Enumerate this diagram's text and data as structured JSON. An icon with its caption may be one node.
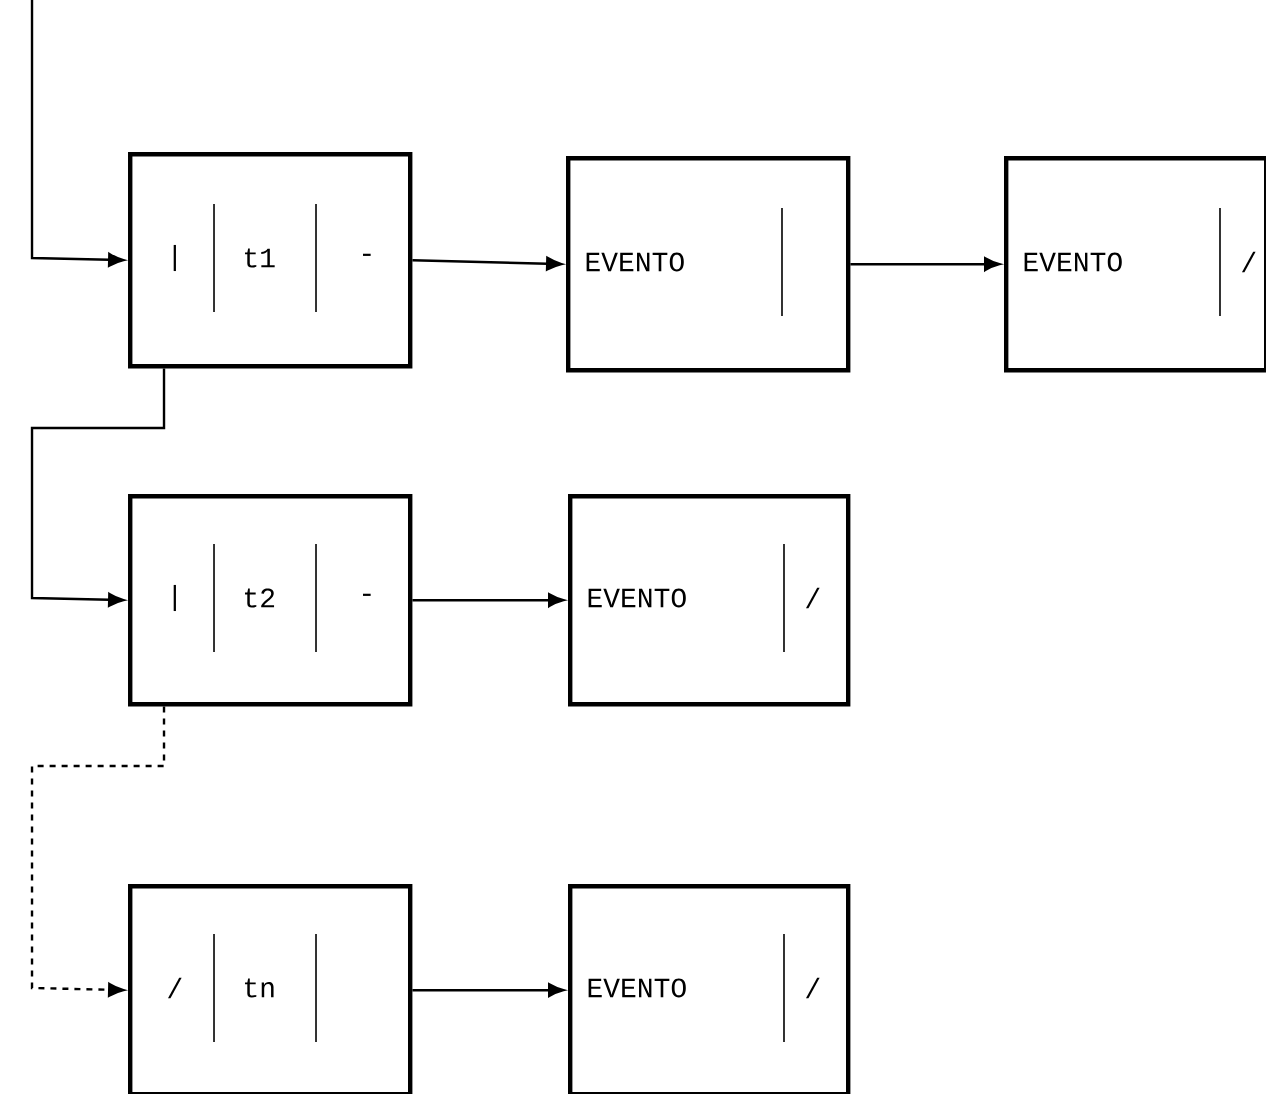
{
  "diagram": {
    "nodes": [
      {
        "text": [
          "|",
          "t1",
          "-"
        ]
      },
      {
        "text": [
          "EVENTO"
        ]
      },
      {
        "text": [
          "EVENTO",
          "/"
        ]
      },
      {
        "text": [
          "|",
          "t2",
          "-"
        ]
      },
      {
        "text": [
          "EVENTO",
          "/"
        ]
      },
      {
        "text": [
          "/",
          "tn"
        ]
      },
      {
        "text": [
          "EVENTO",
          "/"
        ]
      }
    ],
    "edges": [
      {
        "from": null,
        "to": 0,
        "arrow": "to"
      },
      {
        "from": 0,
        "to": 1,
        "arrow": "to"
      },
      {
        "from": 1,
        "to": 2,
        "arrow": "to"
      },
      {
        "from": 0,
        "to": 3,
        "arrow": "to"
      },
      {
        "from": 3,
        "to": 4,
        "arrow": "to"
      },
      {
        "from": 3,
        "to": 5,
        "arrow": "to",
        "style": "dashed"
      },
      {
        "from": 5,
        "to": 6,
        "arrow": "to"
      }
    ]
  }
}
